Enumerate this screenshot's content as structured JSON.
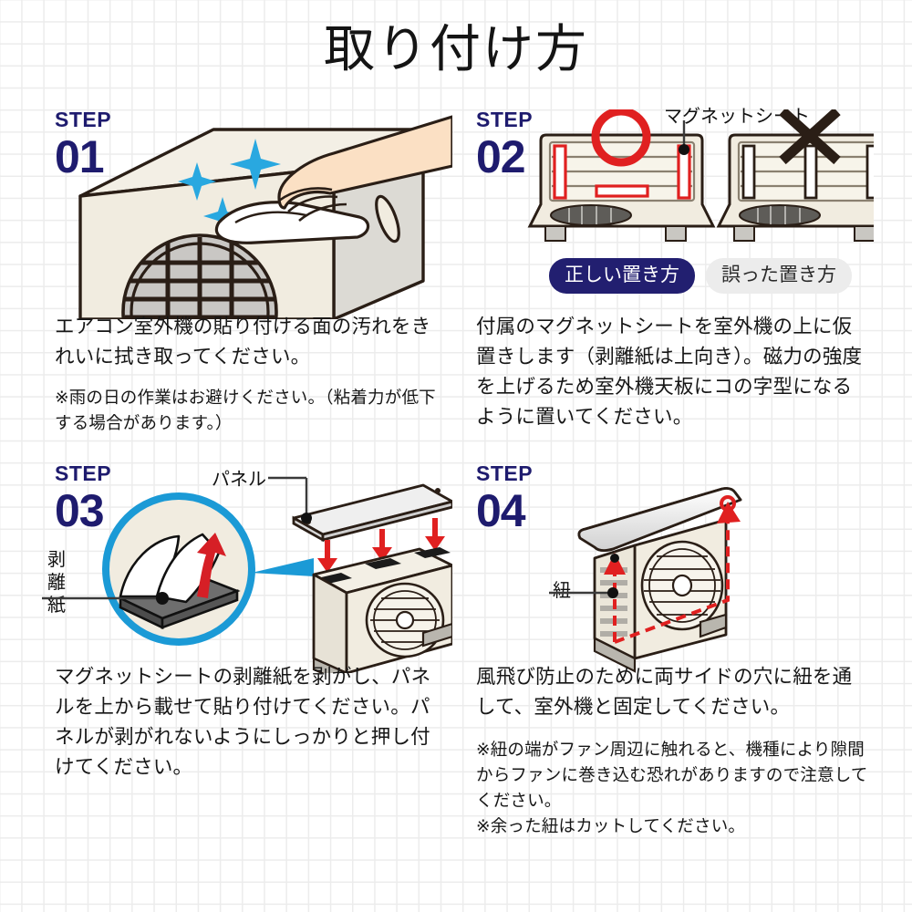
{
  "page": {
    "title": "取り付け方",
    "background": "#ffffff",
    "grid_color": "#ececec",
    "accent_navy": "#1e1b6e",
    "accent_red": "#e02020",
    "accent_cyan": "#1b9ad6",
    "unit_body_color": "#f1ece0",
    "unit_outline_color": "#2a1e16"
  },
  "steps": [
    {
      "word": "STEP",
      "number": "01",
      "art_name": "outdoor-unit-wipe-illustration",
      "body": "エアコン室外機の貼り付ける面の汚れをきれいに拭き取ってください。",
      "note": "※雨の日の作業はお避けください。（粘着力が低下する場合があります。）"
    },
    {
      "word": "STEP",
      "number": "02",
      "art_name": "magnet-sheet-placement-illustration",
      "callouts": {
        "magnet_sheet": "マグネットシート"
      },
      "badges": {
        "correct": "正しい置き方",
        "wrong": "誤った置き方"
      },
      "marks": {
        "correct": "circle-mark",
        "wrong": "cross-mark"
      },
      "body": "付属のマグネットシートを室外機の上に仮置きします（剥離紙は上向き）。磁力の強度を上げるため室外機天板にコの字型になるように置いてください。"
    },
    {
      "word": "STEP",
      "number": "03",
      "art_name": "release-paper-peel-illustration",
      "callouts": {
        "panel": "パネル",
        "release_paper": "剥離紙"
      },
      "body": "マグネットシートの剥離紙を剥がし、パネルを上から載せて貼り付けてください。パネルが剥がれないようにしっかりと押し付けてください。"
    },
    {
      "word": "STEP",
      "number": "04",
      "art_name": "string-fixing-illustration",
      "callouts": {
        "string": "紐"
      },
      "body": "風飛び防止のために両サイドの穴に紐を通して、室外機と固定してください。",
      "note": "※紐の端がファン周辺に触れると、機種により隙間からファンに巻き込む恐れがありますので注意してください。\n※余った紐はカットしてください。"
    }
  ]
}
